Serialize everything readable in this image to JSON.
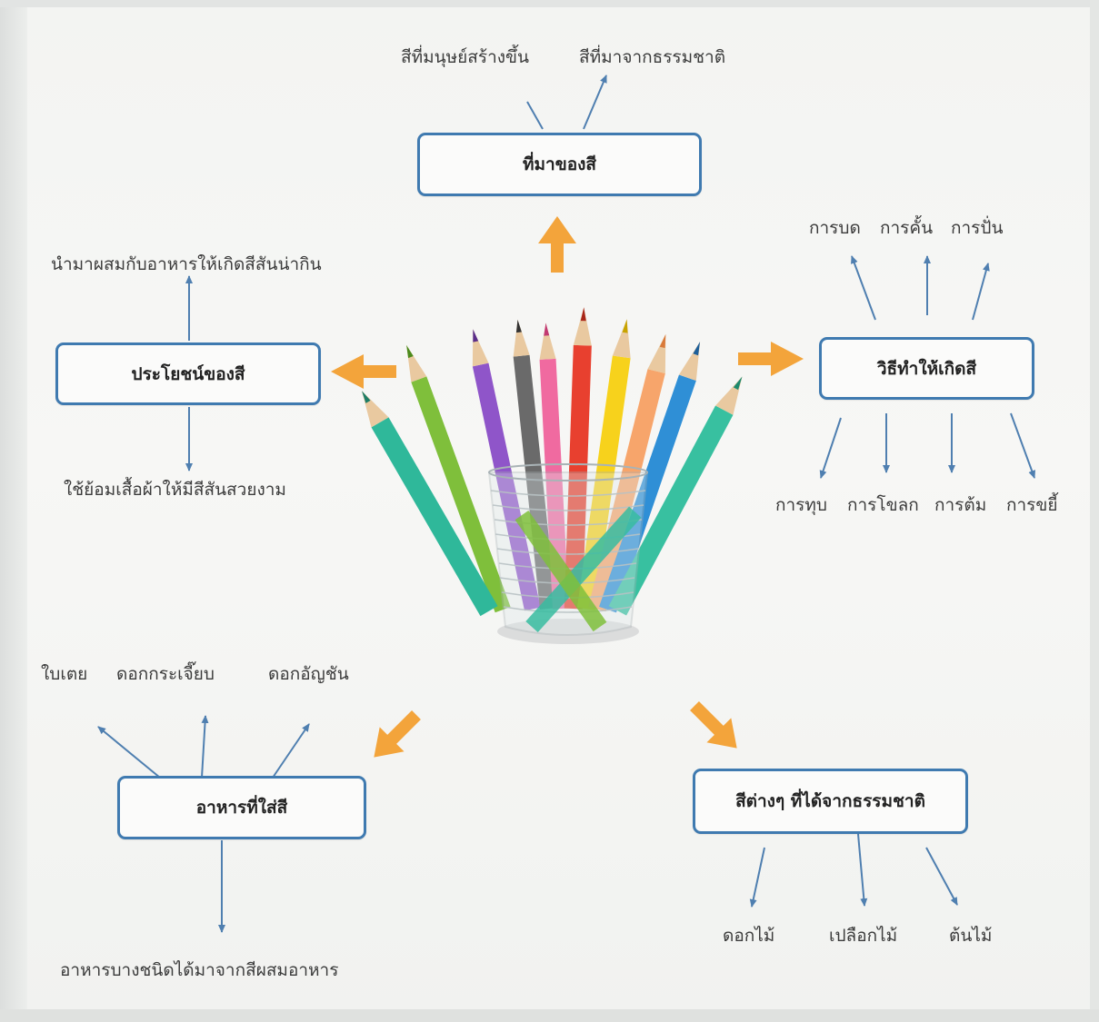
{
  "colors": {
    "box_border": "#3f7ab0",
    "thin_arrow": "#4f7fb0",
    "thick_arrow": "#f3a43b"
  },
  "central_image": "pencil-cup-icon",
  "nodes": {
    "source": {
      "title": "ที่มาของสี",
      "items": [
        "สีที่มนุษย์สร้างขึ้น",
        "สีที่มาจากธรรมชาติ"
      ]
    },
    "methods": {
      "title": "วิธีทำให้เกิดสี",
      "items_top": [
        "การบด",
        "การคั้น",
        "การปั่น"
      ],
      "items_bottom": [
        "การทุบ",
        "การโขลก",
        "การต้ม",
        "การขยี้"
      ]
    },
    "benefits": {
      "title": "ประโยชน์ของสี",
      "item_top": "นำมาผสมกับอาหารให้เกิดสีสันน่ากิน",
      "item_bottom": "ใช้ย้อมเสื้อผ้าให้มีสีสันสวยงาม"
    },
    "food": {
      "title": "อาหารที่ใส่สี",
      "items_top": [
        "ใบเตย",
        "ดอกกระเจี๊ยบ",
        "ดอกอัญชัน"
      ],
      "item_bottom": "อาหารบางชนิดได้มาจากสีผสมอาหาร"
    },
    "natural": {
      "title": "สีต่างๆ ที่ได้จากธรรมชาติ",
      "items": [
        "ดอกไม้",
        "เปลือกไม้",
        "ต้นไม้"
      ]
    }
  }
}
